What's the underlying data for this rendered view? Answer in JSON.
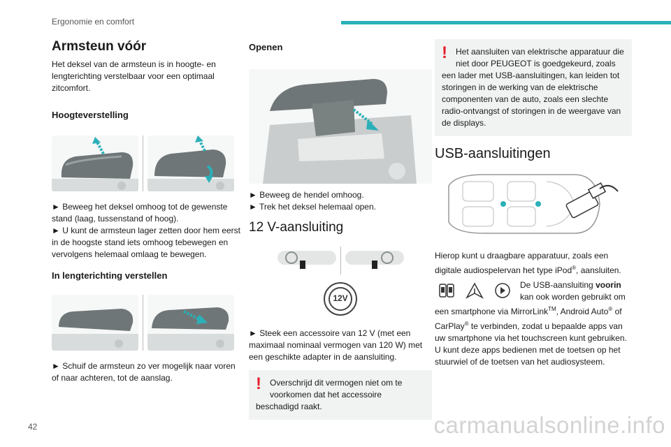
{
  "header": {
    "title": "Ergonomie en comfort"
  },
  "page_number": "42",
  "footer": {
    "site": "carmanualsonline.info"
  },
  "col1": {
    "title": "Armsteun vóór",
    "intro": "Het deksel van de armsteun is in hoogte- en lengterichting verstelbaar voor een optimaal zitcomfort.",
    "height": {
      "heading": "Hoogteverstelling",
      "step1": "► Beweeg het deksel omhoog tot de gewenste stand (laag, tussenstand of hoog).",
      "step2": "► U kunt de armsteun lager zetten door hem eerst in de hoogste stand iets omhoog tebewegen en vervolgens helemaal omlaag te bewegen."
    },
    "length": {
      "heading": "In lengterichting verstellen",
      "step1": "► Schuif de armsteun zo ver mogelijk naar voren of naar achteren, tot de aanslag."
    }
  },
  "col2": {
    "open": {
      "heading": "Openen",
      "step1": "► Beweeg de hendel omhoog.",
      "step2": "► Trek het deksel helemaal open."
    },
    "socket": {
      "title": "12 V-aansluiting",
      "badge": "12V",
      "step1": "► Steek een accessoire van 12 V (met een maximaal nominaal vermogen van 120 W) met een geschikte adapter in de aansluiting.",
      "warning": "Overschrijd dit vermogen niet om te voorkomen dat het accessoire beschadigd raakt."
    }
  },
  "col3": {
    "warning": "Het aansluiten van elektrische apparatuur die niet door PEUGEOT is goedgekeurd, zoals een lader met USB-aansluitingen, kan leiden tot storingen in de werking van de elektrische componenten van de auto, zoals een slechte radio-ontvangst of storingen in de weergave van de displays.",
    "usb": {
      "title": "USB-aansluitingen",
      "p1_a": "Hierop kunt u draagbare apparatuur, zoals een digitale audiospelervan het type iPod",
      "p1_sup": "®",
      "p1_b": ", aansluiten.",
      "p2_a": "De USB-aansluiting ",
      "p2_bold": "voorin",
      "p2_b": " kan ook worden gebruikt om een smartphone via MirrorLink",
      "p2_tm": "TM",
      "p2_c": ", Android Auto",
      "p2_reg1": "®",
      "p2_d": " of CarPlay",
      "p2_reg2": "®",
      "p2_e": " te verbinden, zodat u bepaalde apps van uw smartphone via het touchscreen kunt gebruiken.",
      "p3": "U kunt deze apps bedienen met de toetsen op het stuurwiel of de toetsen van het audiosysteem."
    }
  },
  "colors": {
    "accent": "#2bb0b8",
    "warning": "#e6202b",
    "box": "#f1f2f2"
  },
  "icons": [
    "mirrorlink-icon",
    "android-auto-icon",
    "carplay-icon"
  ]
}
